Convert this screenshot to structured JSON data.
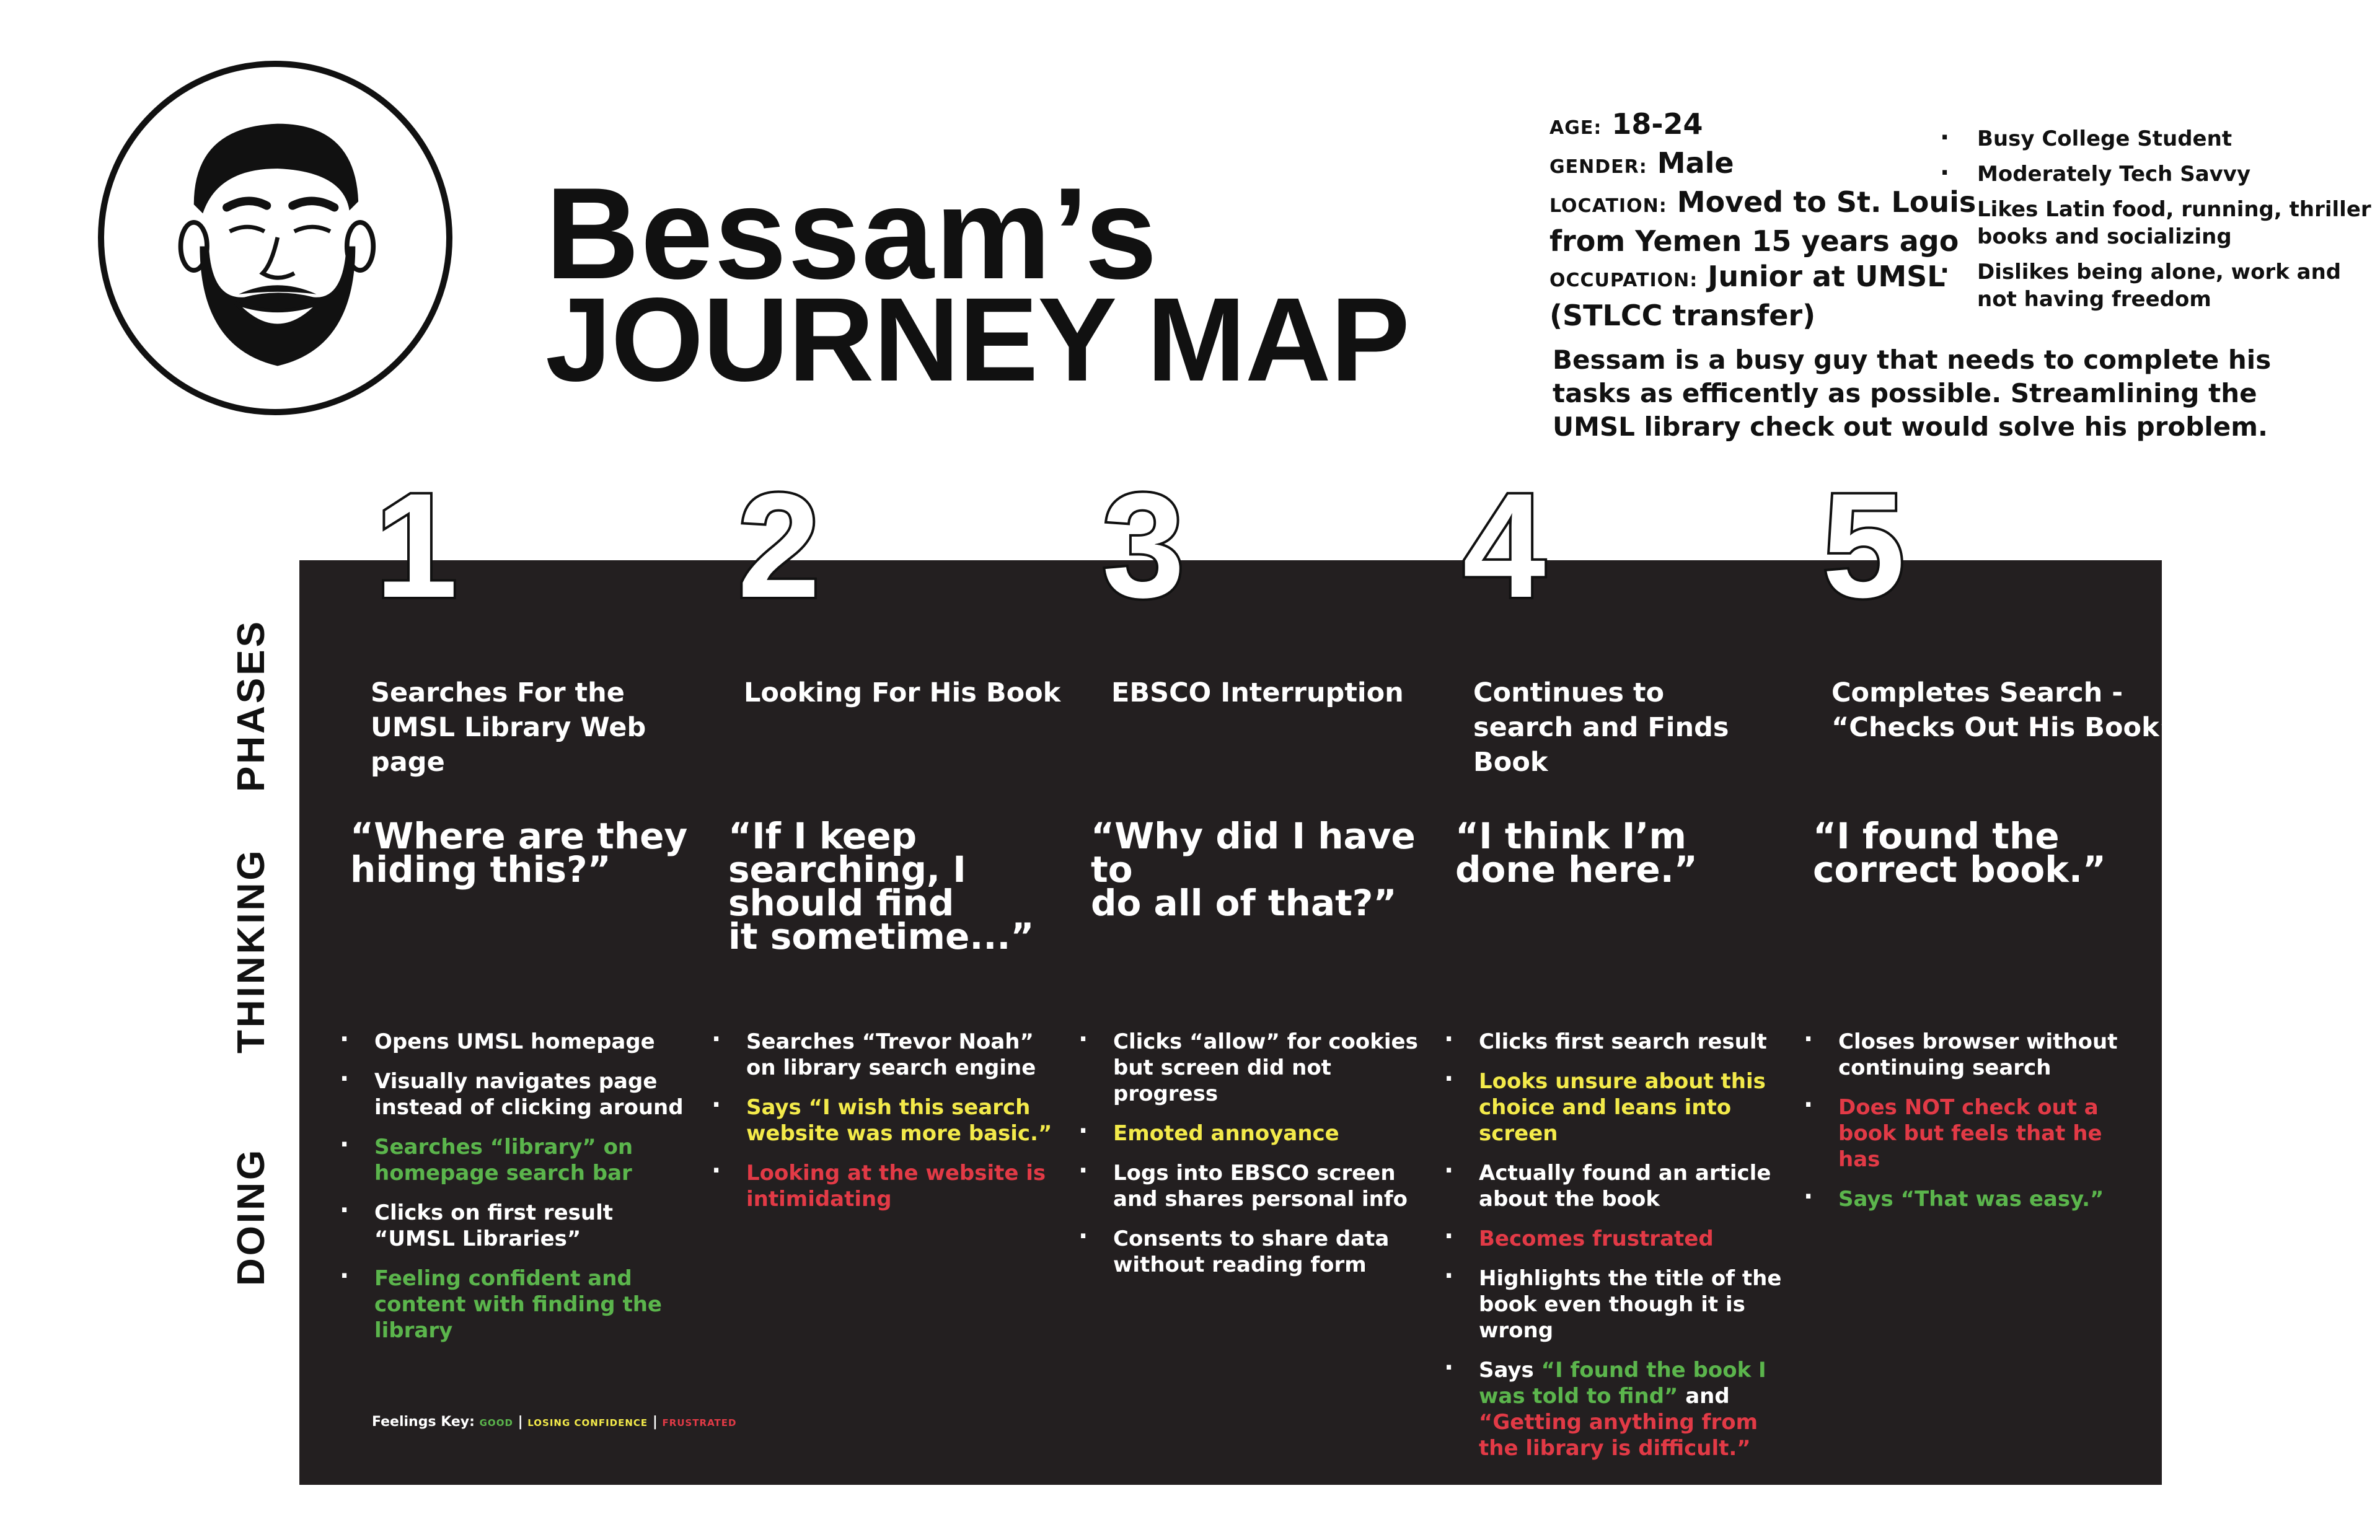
{
  "header": {
    "title_line1": "Bessam’s",
    "title_line2": "JOURNEY MAP"
  },
  "persona": {
    "age_label": "AGE",
    "age": "18-24",
    "gender_label": "GENDER",
    "gender": "Male",
    "location_label": "LOCATION",
    "location_1": "Moved to St. Louis",
    "location_2": "from Yemen 15 years ago",
    "occupation_label": "OCCUPATION",
    "occupation_1": "Junior at UMSL",
    "occupation_2": "(STLCC transfer)",
    "traits": [
      "Busy College Student",
      "Moderately Tech Savvy",
      "Likes Latin food, running, thriller books and socializing",
      "Dislikes being alone, work and not having freedom"
    ],
    "summary": "Bessam is a busy guy that needs to complete his tasks as efficently as possible. Streamlining the UMSL library check out would solve his problem."
  },
  "labels": {
    "phases": "PHASES",
    "thinking": "THINKING",
    "doing": "DOING"
  },
  "phases": [
    {
      "num": "1",
      "title": "Searches For the UMSL Library Web page",
      "quote": "“Where are they\n  hiding this?”",
      "doing": [
        {
          "text": "Opens UMSL homepage",
          "feel": "neutral"
        },
        {
          "text": "Visually navigates page instead of clicking around",
          "feel": "neutral"
        },
        {
          "text": "Searches “library” on homepage search bar",
          "feel": "good"
        },
        {
          "text": "Clicks on first result “UMSL Libraries”",
          "feel": "neutral"
        },
        {
          "text": "Feeling confident and content with finding the library",
          "feel": "good"
        }
      ]
    },
    {
      "num": "2",
      "title": "Looking For His Book",
      "quote": "“If I keep\n  searching, I\n  should find\n  it sometime...”",
      "doing": [
        {
          "text": "Searches “Trevor Noah” on library search engine",
          "feel": "neutral"
        },
        {
          "text": "Says “I wish this search website was more basic.”",
          "feel": "losing"
        },
        {
          "text": "Looking at the website is intimidating",
          "feel": "frus"
        }
      ]
    },
    {
      "num": "3",
      "title": "EBSCO Interruption",
      "quote": "“Why did I have to\n  do all of that?”",
      "doing": [
        {
          "text": "Clicks “allow” for cookies but screen did not progress",
          "feel": "neutral"
        },
        {
          "text": "Emoted annoyance",
          "feel": "losing"
        },
        {
          "text": "Logs into EBSCO screen and shares personal info",
          "feel": "neutral"
        },
        {
          "text": "Consents to share data without reading form",
          "feel": "neutral"
        }
      ]
    },
    {
      "num": "4",
      "title": "Continues to search and Finds Book",
      "quote": "“I think I’m\n  done here.”",
      "doing": [
        {
          "text": "Clicks first search result",
          "feel": "neutral"
        },
        {
          "text": "Looks unsure about this choice and leans into screen",
          "feel": "losing"
        },
        {
          "text": "Actually found an article about the book",
          "feel": "neutral"
        },
        {
          "text": "Becomes frustrated",
          "feel": "frus"
        },
        {
          "text": "Highlights the title of the book even though it is wrong",
          "feel": "neutral"
        }
      ],
      "says": {
        "prefix": "Says ",
        "good": "“I found the book I was told to find”",
        "mid": " and ",
        "frus": "“Getting anything from the library is difficult.”"
      }
    },
    {
      "num": "5",
      "title": "Completes Search - “Checks Out His Book”",
      "quote": "“I found the\n  correct book.”",
      "doing": [
        {
          "text": "Closes browser without continuing search",
          "feel": "neutral"
        },
        {
          "text": "Does NOT check out a book but feels that he has",
          "feel": "frus"
        },
        {
          "text": "Says “That was easy.”",
          "feel": "good"
        }
      ]
    }
  ],
  "key": {
    "label": "Feelings Key:",
    "good": "GOOD",
    "losing": "LOSING CONFIDENCE",
    "frus": "FRUSTRATED",
    "sep": " | "
  },
  "colors": {
    "board": "#231f20",
    "good": "#5bb54c",
    "losing": "#f3ea4a",
    "frustrated": "#e23a46"
  }
}
